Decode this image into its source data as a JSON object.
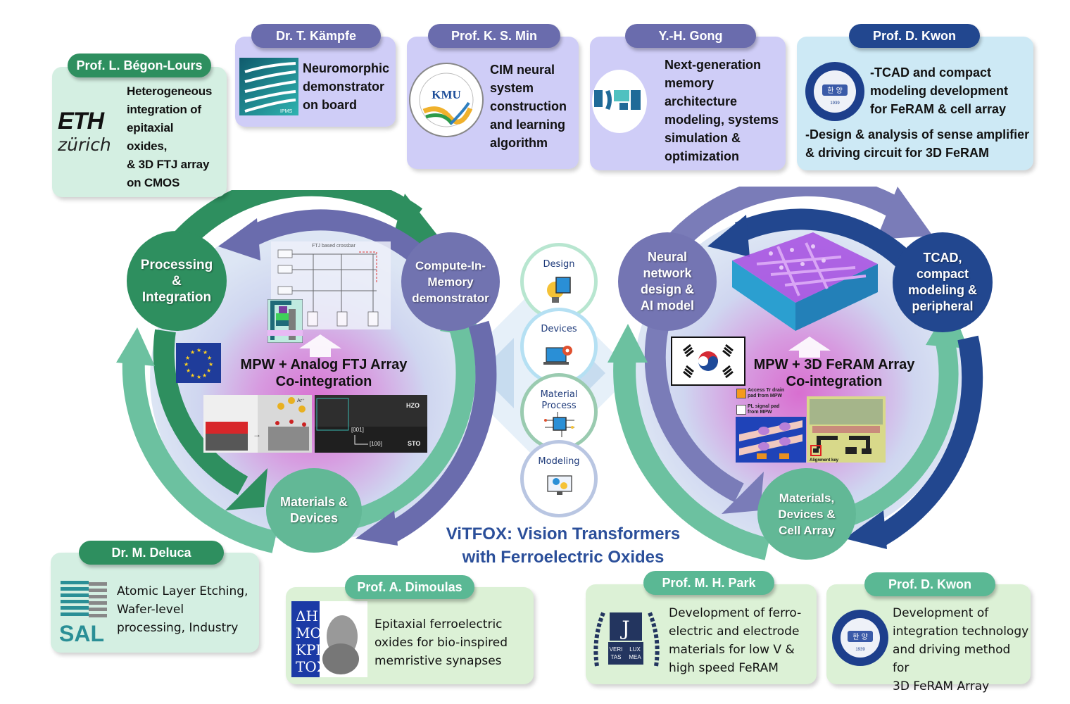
{
  "title": {
    "line1": "ViTFOX: Vision Transformers",
    "line2": "with Ferroelectric Oxides"
  },
  "partners": {
    "begon_lours": {
      "name": "Prof. L. Bégon-Lours",
      "logo": "eth-zurich-logo",
      "logo_text_1": "ETH",
      "logo_text_2": "zürich",
      "lines": [
        "Heterogeneous",
        "integration of",
        "epitaxial",
        "oxides,",
        "& 3D FTJ array",
        "on CMOS"
      ]
    },
    "kampfe": {
      "name": "Dr. T. Kämpfe",
      "logo": "fraunhofer-ipms-logo",
      "logo_text": "IPMS",
      "lines": [
        "Neuromorphic",
        "demonstrator",
        "on board"
      ]
    },
    "min": {
      "name": "Prof. K. S. Min",
      "logo": "kookmin-university-seal",
      "logo_text": "KMU",
      "lines": [
        "CIM neural",
        "system",
        "construction",
        "and learning",
        "algorithm"
      ]
    },
    "gong": {
      "name": "Y.-H. Gong",
      "logo": "soongsil-university-logo",
      "lines": [
        "Next-generation",
        "memory",
        "architecture",
        "modeling, systems",
        "simulation &",
        "optimization"
      ]
    },
    "kwon_top": {
      "name": "Prof. D. Kwon",
      "logo": "hanyang-university-seal",
      "lines_a": [
        "-TCAD and compact",
        "modeling development",
        "for FeRAM & cell array"
      ],
      "lines_b": [
        "-Design & analysis of sense amplifier",
        "& driving circuit for 3D FeRAM"
      ]
    },
    "deluca": {
      "name": "Dr. M. Deluca",
      "logo": "sal-logo",
      "logo_text": "SAL",
      "lines": [
        "Atomic Layer Etching,",
        "Wafer-level",
        "processing, Industry"
      ]
    },
    "dimoulas": {
      "name": "Prof. A. Dimoulas",
      "logo": "demokritos-logo",
      "lines": [
        "Epitaxial ferroelectric",
        "oxides for bio-inspired",
        "memristive synapses"
      ]
    },
    "park": {
      "name": "Prof. M. H. Park",
      "logo": "seoul-national-university-emblem",
      "lines": [
        "Development of ferro-",
        "electric and electrode",
        "materials for low V &",
        "high speed FeRAM"
      ]
    },
    "kwon_bottom": {
      "name": "Prof. D. Kwon",
      "logo": "hanyang-university-seal",
      "lines": [
        "Development of",
        "integration technology",
        "and driving method for",
        "3D FeRAM Array"
      ]
    }
  },
  "left_cycle": {
    "nodes": {
      "processing": "Processing & Integration",
      "processing_lines": [
        "Processing",
        "&",
        "Integration"
      ],
      "cim_lines": [
        "Compute-In-",
        "Memory",
        "demonstrator"
      ],
      "materials_lines": [
        "Materials &",
        "Devices"
      ]
    },
    "center_title": [
      "MPW + Analog FTJ Array",
      "Co-integration"
    ],
    "flag": "eu-flag",
    "crossbar_label": "FTJ based crossbar",
    "tem_labels": {
      "top": "HZO",
      "bottom": "STO",
      "axis1": "[001]",
      "axis2": "[100]",
      "ion": "Ar⁺"
    }
  },
  "right_cycle": {
    "nodes": {
      "neural_lines": [
        "Neural",
        "network",
        "design &",
        "AI model"
      ],
      "tcad_lines": [
        "TCAD,",
        "compact",
        "modeling &",
        "peripheral"
      ],
      "materials_lines": [
        "Materials,",
        "Devices &",
        "Cell Array"
      ]
    },
    "center_title": [
      "MPW + 3D FeRAM Array",
      "Co-integration"
    ],
    "flag": "korea-flag",
    "legend": {
      "orange": "Access Tr drain pad from MPW",
      "orange_l1": "Access Tr drain",
      "orange_l2": "pad from MPW",
      "white_l1": "PL signal pad",
      "white_l2": "from MPW",
      "alignment": "Alignment key"
    }
  },
  "center_column": [
    {
      "label": "Design",
      "icon": "lightbulb-chip-icon",
      "ring": "#9fdcc0"
    },
    {
      "label": "Devices",
      "icon": "laptop-gear-icon",
      "ring": "#a8daf0"
    },
    {
      "label": "Material Process",
      "label_l1": "Material",
      "label_l2": "Process",
      "icon": "circuit-chip-icon",
      "ring": "#7fbf9c"
    },
    {
      "label": "Modeling",
      "icon": "monitor-network-icon",
      "ring": "#a9b9d8"
    }
  ],
  "colors": {
    "dark_green": "#2e8f5f",
    "mid_green": "#5ab894",
    "purple": "#6a6cad",
    "navy": "#22478f",
    "title_blue": "#2b4f9a"
  }
}
